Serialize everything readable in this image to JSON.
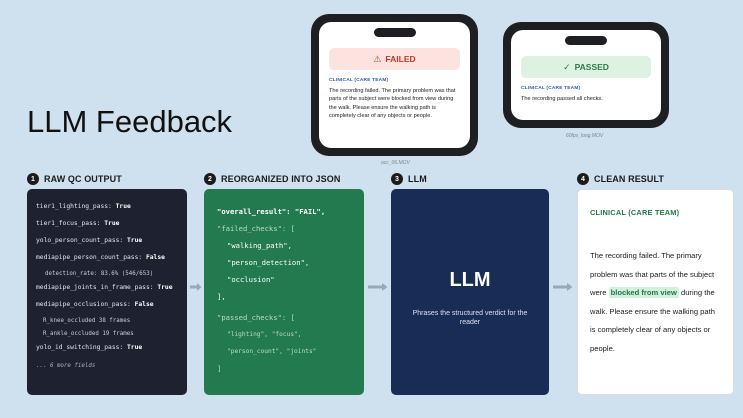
{
  "title": "LLM Feedback",
  "phones": {
    "failed": {
      "status_icon": "⚠",
      "status": "FAILED",
      "section_label": "CLINICAL (CARE TEAM)",
      "text": "The recording failed. The primary problem was that parts of the subject were blocked from view during the walk. Please ensure the walking path is completely clear of any objects or people.",
      "caption": "occ_06.MOV"
    },
    "passed": {
      "status_icon": "✓",
      "status": "PASSED",
      "section_label": "CLINICAL (CARE TEAM)",
      "text": "The recording passed all checks.",
      "caption": "60fps_long.MOV"
    }
  },
  "steps": [
    {
      "num": "1",
      "label": "RAW QC OUTPUT"
    },
    {
      "num": "2",
      "label": "REORGANIZED INTO JSON"
    },
    {
      "num": "3",
      "label": "LLM"
    },
    {
      "num": "4",
      "label": "CLEAN RESULT"
    }
  ],
  "raw_qc": {
    "lines": [
      {
        "key": "tier1_lighting_pass:",
        "value": "True"
      },
      {
        "key": "tier1_focus_pass:",
        "value": "True"
      },
      {
        "key": "yolo_person_count_pass:",
        "value": "True"
      },
      {
        "key": "mediapipe_person_count_pass:",
        "value": "False"
      },
      {
        "key": "mediapipe_joints_in_frame_pass:",
        "value": "True"
      },
      {
        "key": "mediapipe_occlusion_pass:",
        "value": "False"
      },
      {
        "key": "yolo_id_switching_pass:",
        "value": "True"
      }
    ],
    "detection_rate": "detection_rate: 83.6% (546/653)",
    "knee": "R_knee_occluded 38 frames",
    "ankle": "R_ankle_occluded 19 frames",
    "more": "... 6 more fields"
  },
  "json": {
    "overall_key": "\"overall_result\":",
    "overall_val": "\"FAIL\",",
    "failed_key": "\"failed_checks\": [",
    "failed_items": [
      "\"walking_path\",",
      "\"person_detection\",",
      "\"occlusion\""
    ],
    "failed_close": "],",
    "passed_key": "\"passed_checks\": [",
    "passed_items": [
      "\"lighting\", \"focus\",",
      "\"person_count\", \"joints\""
    ],
    "passed_close": "]"
  },
  "llm": {
    "title": "LLM",
    "description": "Phrases the structured verdict for the reader"
  },
  "clean": {
    "label": "CLINICAL (CARE TEAM)",
    "text_before": "The recording failed. The primary problem was that parts of the subject were",
    "highlight": "blocked from view",
    "text_after": "during the walk. Please ensure the walking path is completely clear of any objects or people."
  },
  "colors": {
    "background": "#cfe0ee",
    "raw_panel": "#1d2130",
    "json_panel": "#237a4f",
    "llm_panel": "#192c56",
    "failed": "#c0392b",
    "passed": "#2e7d43"
  }
}
